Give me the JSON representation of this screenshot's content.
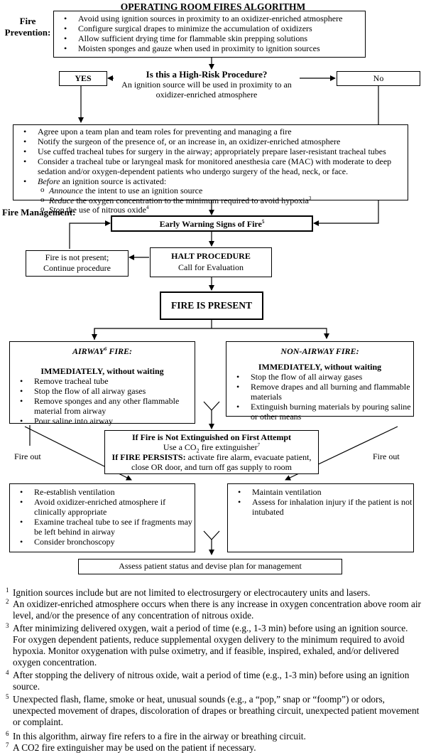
{
  "title": "OPERATING ROOM FIRES ALGORITHM",
  "fire_prevention_label": "Fire Prevention:",
  "prevention_items": [
    "Avoid using ignition sources in proximity to an oxidizer-enriched atmosphere",
    "Configure surgical drapes to minimize the accumulation of oxidizers",
    "Allow sufficient drying time for flammable skin prepping solutions",
    "Moisten sponges and gauze when used in proximity to ignition sources"
  ],
  "yes_label": "YES",
  "no_label": "No",
  "high_risk_question": "Is this a High-Risk Procedure?",
  "high_risk_sub": "An ignition source will be used in proximity to an oxidizer-enriched atmosphere",
  "plan_items": [
    "Agree upon a team plan and team roles for preventing and managing a fire",
    "Notify the surgeon of the presence of, or an increase in, an oxidizer-enriched atmosphere",
    "Use cuffed tracheal tubes for surgery in the airway; appropriately prepare laser-resistant tracheal tubes",
    "Consider a tracheal tube or laryngeal mask for monitored anesthesia care (MAC) with moderate to deep sedation and/or oxygen-dependent patients who undergo surgery of the head, neck, or face."
  ],
  "before_em": "Before",
  "before_rest": " an ignition source is activated:",
  "sub_items": [
    {
      "em": "Announce",
      "rest": " the intent to use an ignition source"
    },
    {
      "em": "Reduce",
      "rest": " the oxygen concentration to the minimum required to avoid hypoxia"
    },
    {
      "em": "Stop",
      "rest": " the use of nitrous oxide"
    }
  ],
  "fire_management_label": "Fire Management:",
  "early_warning": "Early Warning Signs of Fire",
  "not_present_line1": "Fire is not present;",
  "not_present_line2": "Continue procedure",
  "halt_title": "HALT PROCEDURE",
  "halt_sub": "Call for Evaluation",
  "fire_present": "FIRE IS PRESENT",
  "airway_title_a": "AIRWAY",
  "airway_title_b": " FIRE:",
  "immediately": "IMMEDIATELY, without waiting",
  "airway_items": [
    "Remove tracheal tube",
    "Stop the flow of all airway gases",
    "Remove sponges and any other flammable material from airway",
    "Pour saline into airway"
  ],
  "nonairway_title": "NON-AIRWAY FIRE:",
  "nonairway_items": [
    "Stop the flow of all airway gases",
    "Remove drapes and all burning and flammable materials",
    "Extinguish burning materials by pouring saline or other means"
  ],
  "persist_title": "If Fire is Not Extinguished on First Attempt",
  "persist_use_a": "Use a CO",
  "persist_use_sub": "2",
  "persist_use_b": " fire extinguisher",
  "persist_bold": "If FIRE PERSISTS:",
  "persist_rest": " activate fire alarm, evacuate patient, close OR door, and turn off gas supply to room",
  "fire_out": "Fire out",
  "left_post_items": [
    "Re-establish ventilation",
    "Avoid oxidizer-enriched atmosphere if clinically appropriate",
    "Examine tracheal tube to see if fragments may be left behind in airway",
    "Consider bronchoscopy"
  ],
  "right_post_items": [
    "Maintain ventilation",
    "Assess for inhalation injury if the patient is not intubated"
  ],
  "assess": "Assess patient status and devise plan for management",
  "footnotes": [
    "Ignition sources include but are not limited to electrosurgery or electrocautery units and lasers.",
    "An oxidizer-enriched atmosphere occurs when there is any increase in oxygen concentration above room air level, and/or the presence of any concentration of nitrous oxide.",
    "After minimizing delivered oxygen, wait a period of time (e.g., 1-3 min) before using an ignition source.   For oxygen dependent patients, reduce supplemental oxygen delivery to the minimum required to avoid hypoxia.  Monitor oxygenation with pulse oximetry, and if feasible, inspired, exhaled, and/or delivered oxygen concentration.",
    "After stopping the delivery of nitrous oxide, wait a period of time (e.g., 1-3 min) before using an ignition source.",
    "Unexpected flash, flame, smoke or heat, unusual sounds (e.g., a “pop,” snap or “foomp”) or odors, unexpected movement of drapes, discoloration of drapes or breathing circuit, unexpected patient movement or complaint.",
    "In this algorithm, airway fire refers to a fire in the airway or breathing circuit.",
    "A CO2 fire extinguisher may be used on the patient if necessary."
  ],
  "footnote_numbers": [
    "1",
    "2",
    "3",
    "4",
    "5",
    "6",
    "7"
  ]
}
